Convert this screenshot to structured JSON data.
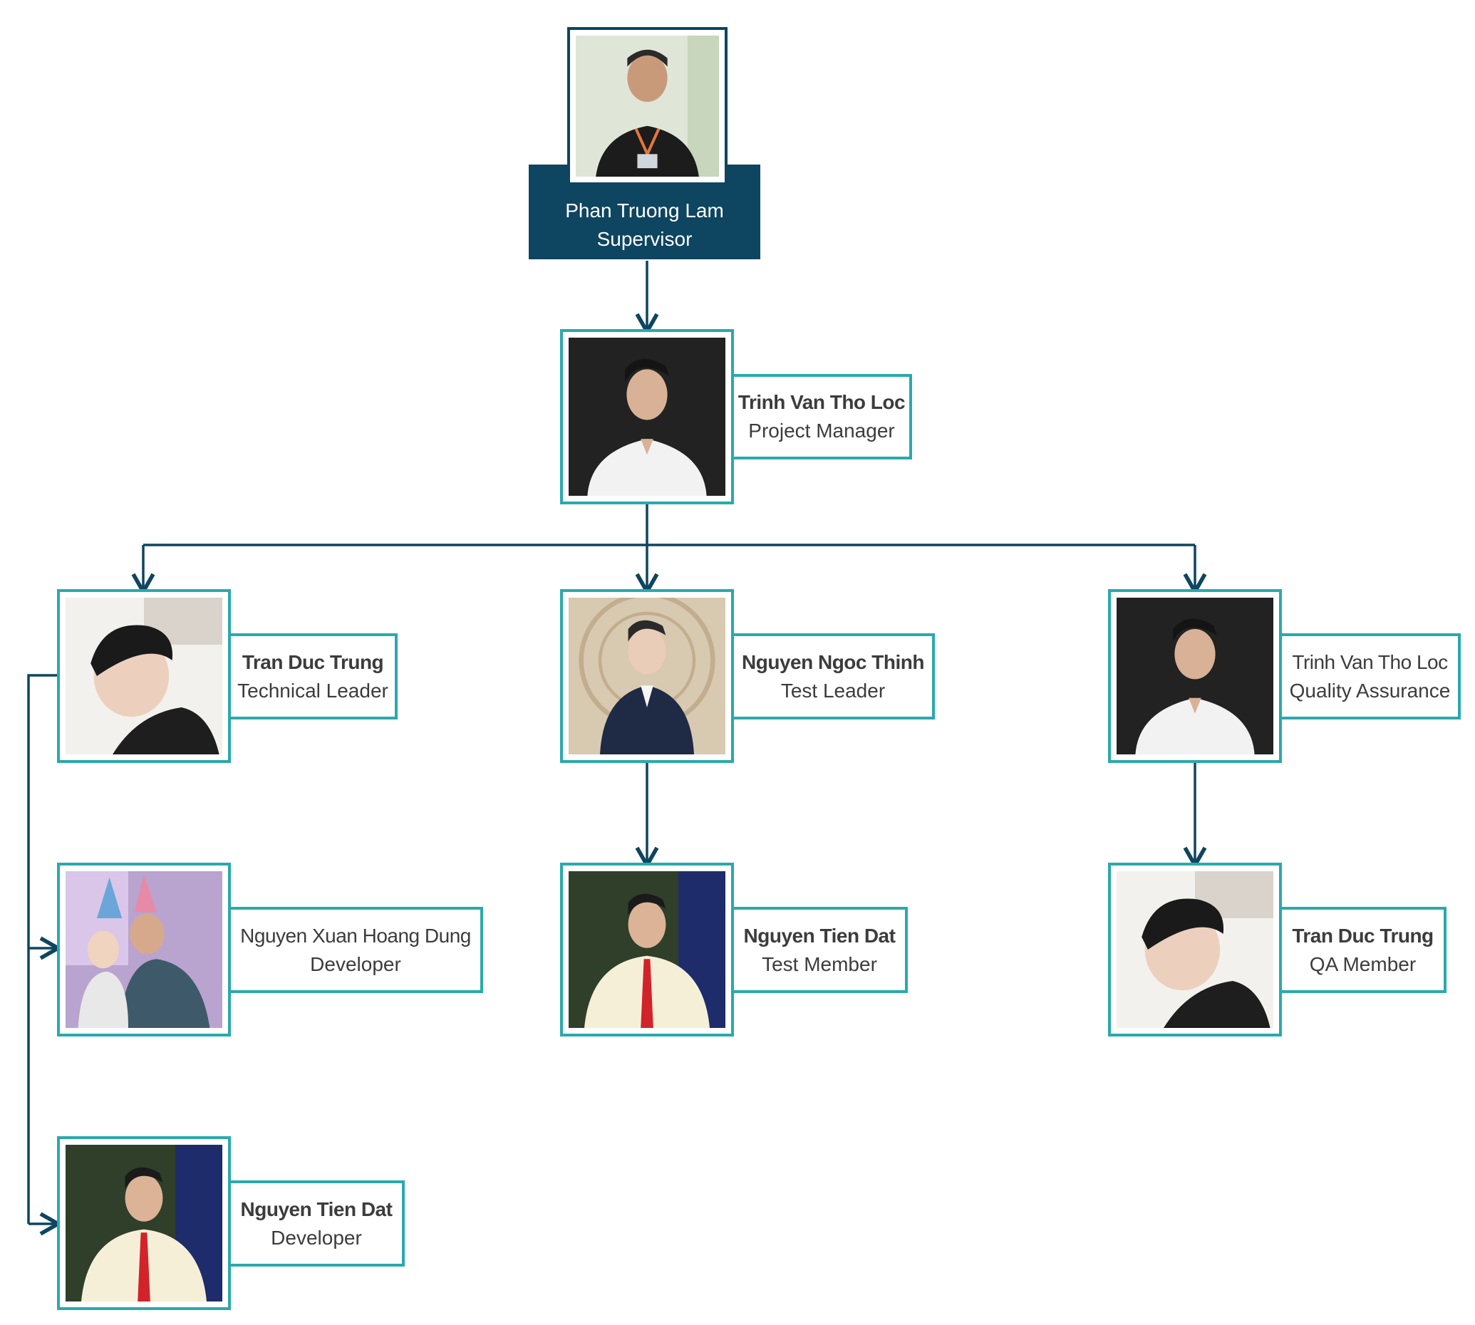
{
  "colors": {
    "accent": "#2aa9ad",
    "connector": "#0e4560",
    "supervisor_fill": "#0e4560",
    "text": "#3c3c3c"
  },
  "supervisor": {
    "name": "Phan Truong Lam",
    "role": "Supervisor"
  },
  "project_manager": {
    "name": "Trinh Van Tho Loc",
    "role": "Project Manager"
  },
  "leads": [
    {
      "name": "Tran Duc Trung",
      "role": "Technical Leader"
    },
    {
      "name": "Nguyen Ngoc Thinh",
      "role": "Test Leader"
    },
    {
      "name": "Trinh Van Tho Loc",
      "role": "Quality Assurance"
    }
  ],
  "developers": [
    {
      "name": "Nguyen Xuan Hoang Dung",
      "role": "Developer"
    },
    {
      "name": "Nguyen Tien Dat",
      "role": "Developer"
    }
  ],
  "test_members": [
    {
      "name": "Nguyen Tien Dat",
      "role": "Test Member"
    }
  ],
  "qa_members": [
    {
      "name": "Tran Duc Trung",
      "role": "QA Member"
    }
  ]
}
